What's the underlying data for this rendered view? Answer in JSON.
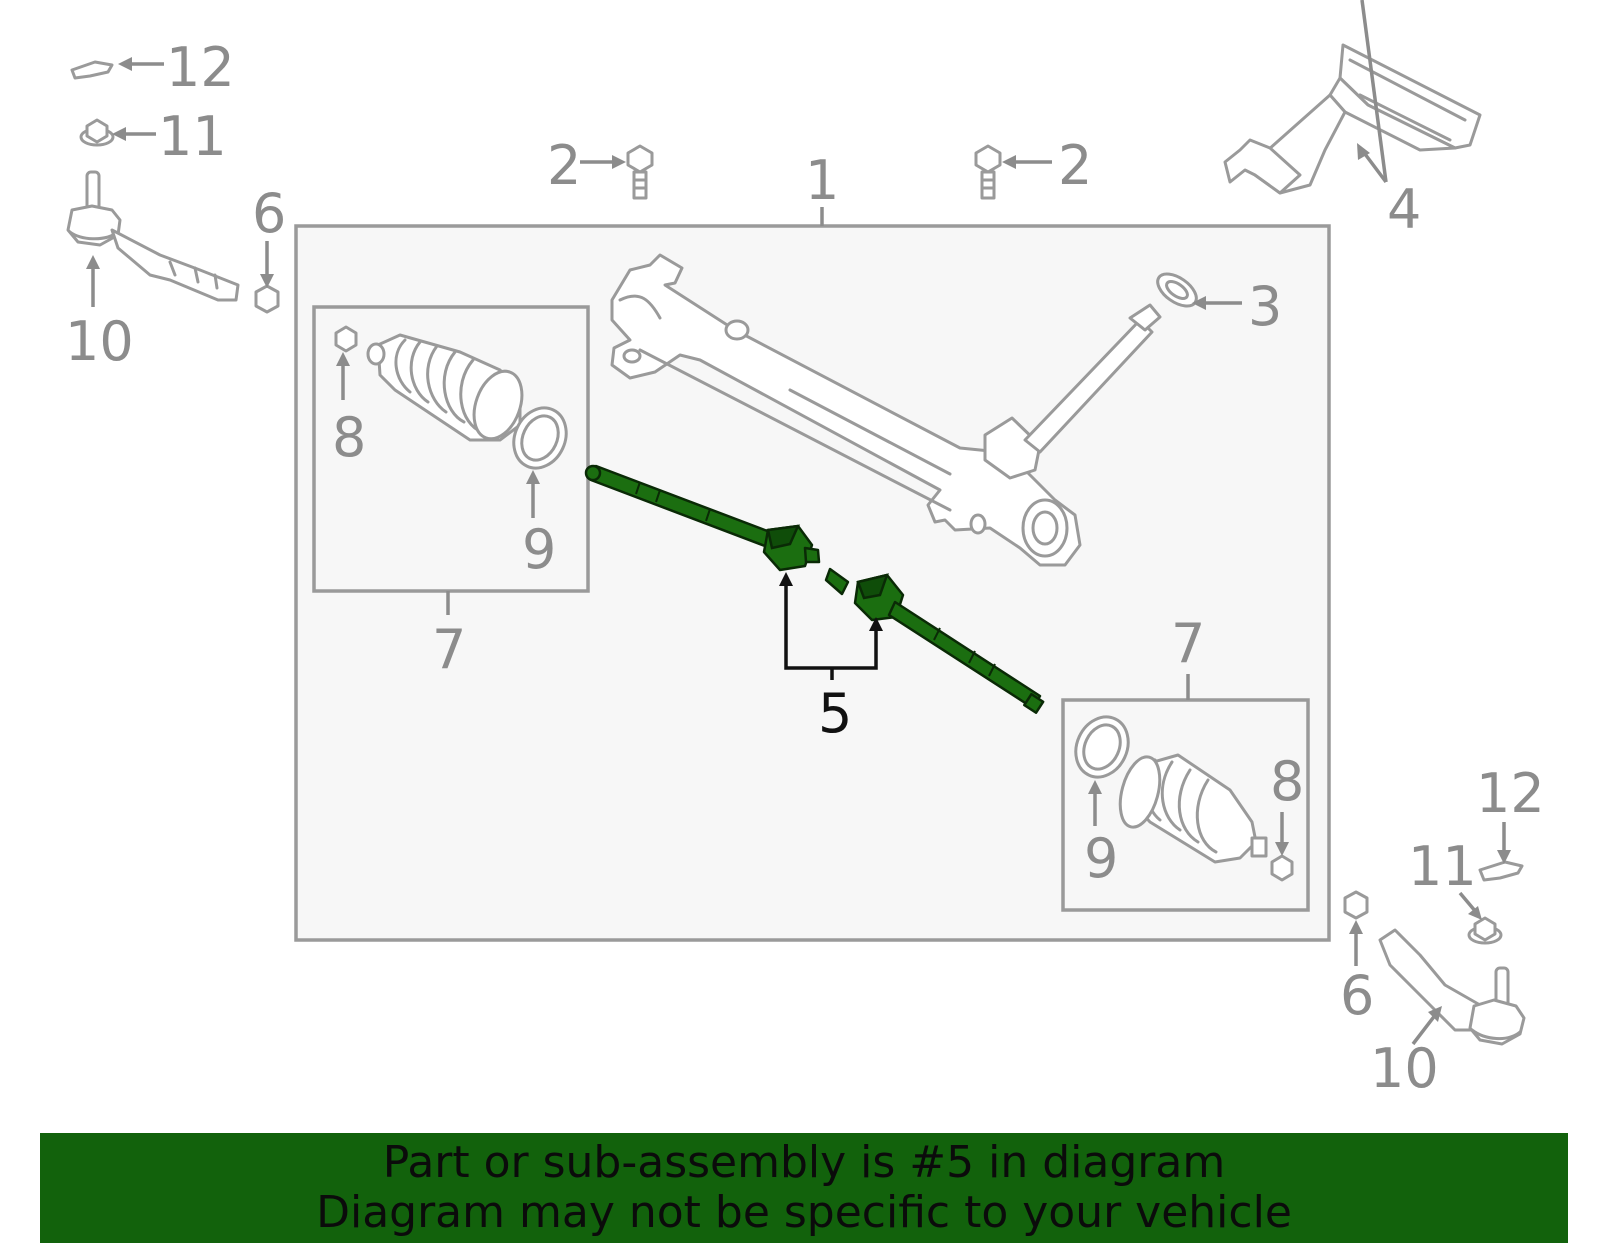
{
  "callouts": {
    "c1": "1",
    "c2a": "2",
    "c2b": "2",
    "c3": "3",
    "c4": "4",
    "c5": "5",
    "c6a": "6",
    "c6b": "6",
    "c7a": "7",
    "c7b": "7",
    "c8a": "8",
    "c8b": "8",
    "c9a": "9",
    "c9b": "9",
    "c10a": "10",
    "c10b": "10",
    "c11a": "11",
    "c11b": "11",
    "c12a": "12",
    "c12b": "12"
  },
  "colors": {
    "highlight_part": "#1b6e10",
    "banner_background": "#12620c",
    "line_art": "#9a9a9a"
  },
  "banner": {
    "line1": "Part or sub-assembly is #5 in diagram",
    "line2": "Diagram may not be specific to your vehicle"
  }
}
